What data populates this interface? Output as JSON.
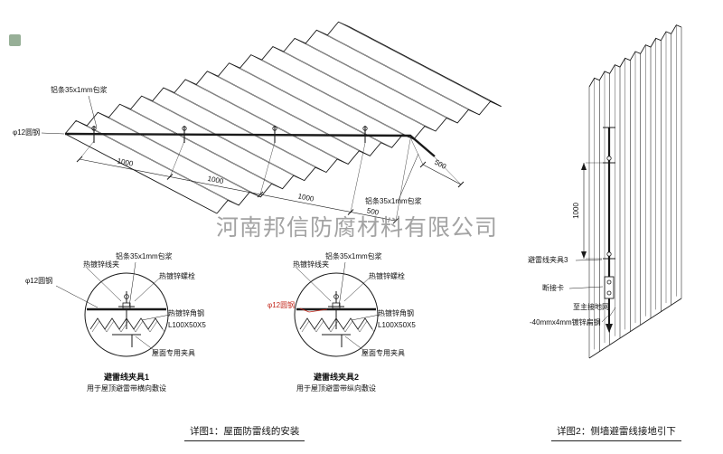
{
  "colors": {
    "line": "#1a1a1a",
    "red_label": "#c3271b",
    "watermark_gray": "#808080"
  },
  "watermark": "河南邦信防腐材料有限公司",
  "main": {
    "label_strip_top": "铝条35x1mm包浆",
    "label_round_steel": "φ12圆钢",
    "label_strip_right": "铝条35x1mm包浆",
    "dims": [
      "1000",
      "1000",
      "1000",
      "500"
    ],
    "dim_right": "500"
  },
  "detail1": {
    "label_wire_clamp": "热镀锌线夹",
    "label_strip": "铝条35x1mm包浆",
    "label_bolt": "热镀锌螺栓",
    "label_round_steel": "φ12圆钢",
    "label_angle_steel": "热镀锌角钢",
    "label_angle_size": "L100X50X5",
    "label_roof_clamp": "屋面专用夹具",
    "title": "避雷线夹具1",
    "subtitle": "用于屋顶避雷带横向敷设"
  },
  "detail2": {
    "label_wire_clamp": "热镀锌线夹",
    "label_strip": "铝条35x1mm包浆",
    "label_bolt": "热镀锌螺栓",
    "label_round_steel": "φ12圆钢",
    "label_angle_steel": "热镀锌角钢",
    "label_angle_size": "L100X50X5",
    "label_roof_clamp": "屋面专用夹具",
    "title": "避雷线夹具2",
    "subtitle": "用于屋顶避雷带纵向敷设"
  },
  "wall": {
    "label_clamp": "避雷线夹具3",
    "label_disconnect": "断接卡",
    "label_to_ground": "至主接地网",
    "label_flat_steel": "-40mmx4mm镀锌扁钢",
    "dim_height": "1000"
  },
  "captions": {
    "detail1": "详图1：屋面防雷线的安装",
    "detail2": "详图2：侧墙避雷线接地引下"
  }
}
